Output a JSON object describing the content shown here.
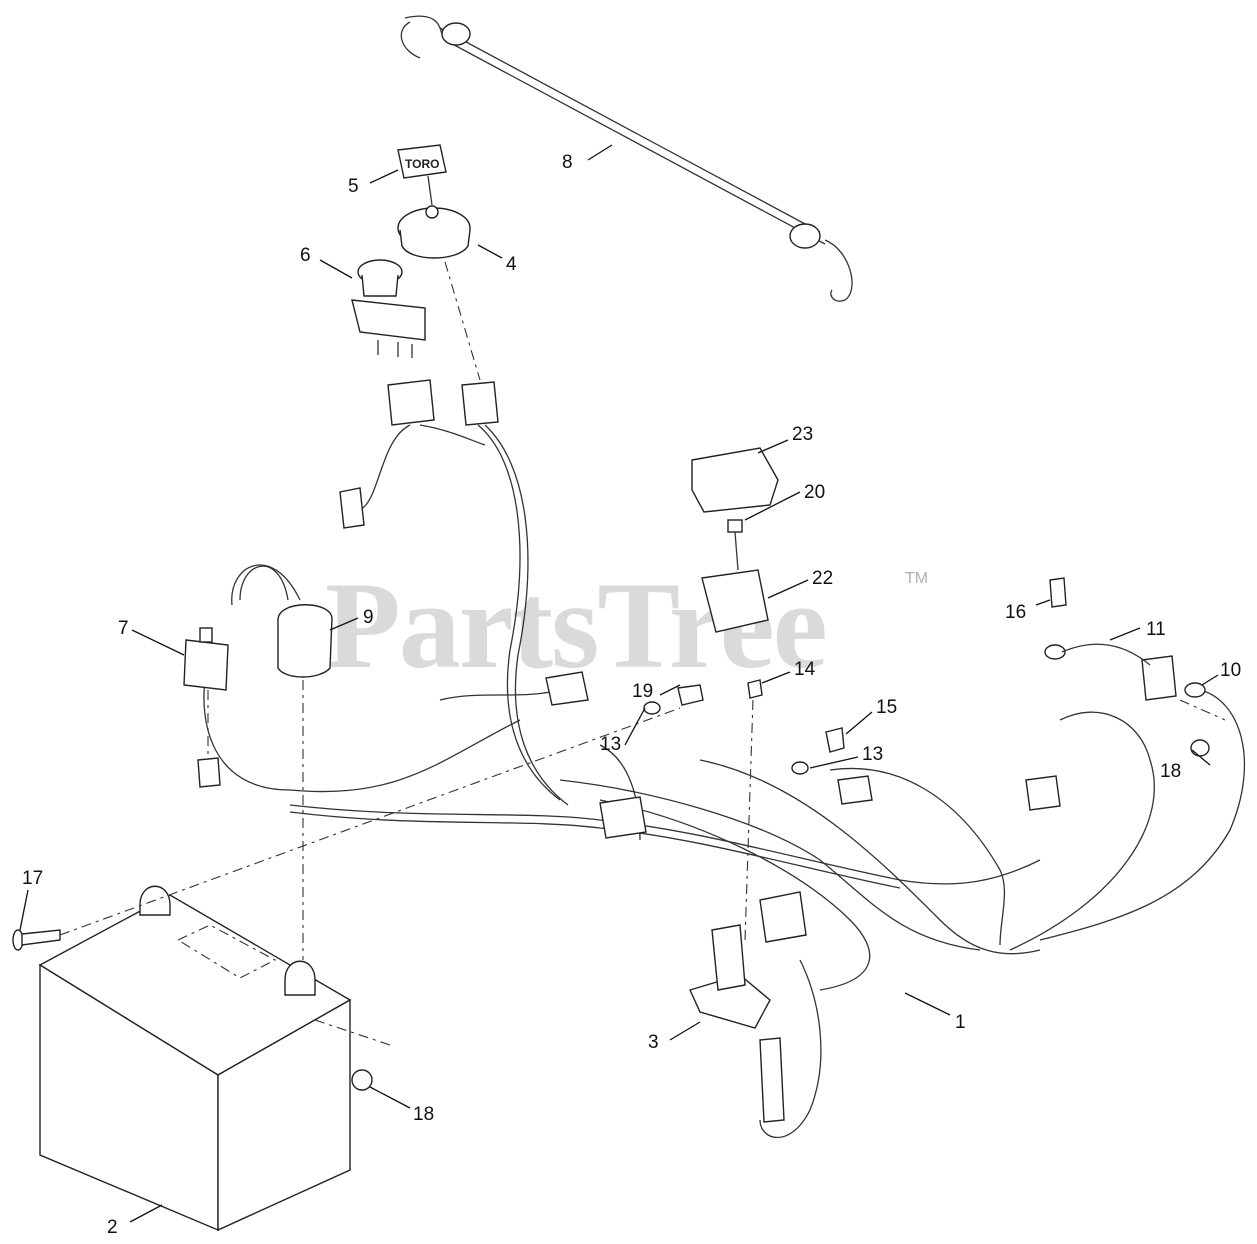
{
  "watermark": {
    "text": "PartsTree",
    "tm": "TM"
  },
  "key_tag_text": "TORO",
  "callouts": {
    "c1": "1",
    "c2": "2",
    "c3": "3",
    "c4": "4",
    "c5": "5",
    "c6": "6",
    "c7": "7",
    "c8": "8",
    "c9": "9",
    "c10": "10",
    "c11": "11",
    "c13a": "13",
    "c13b": "13",
    "c14": "14",
    "c15": "15",
    "c16": "16",
    "c17": "17",
    "c18a": "18",
    "c18b": "18",
    "c19": "19",
    "c20": "20",
    "c22": "22",
    "c23": "23"
  }
}
